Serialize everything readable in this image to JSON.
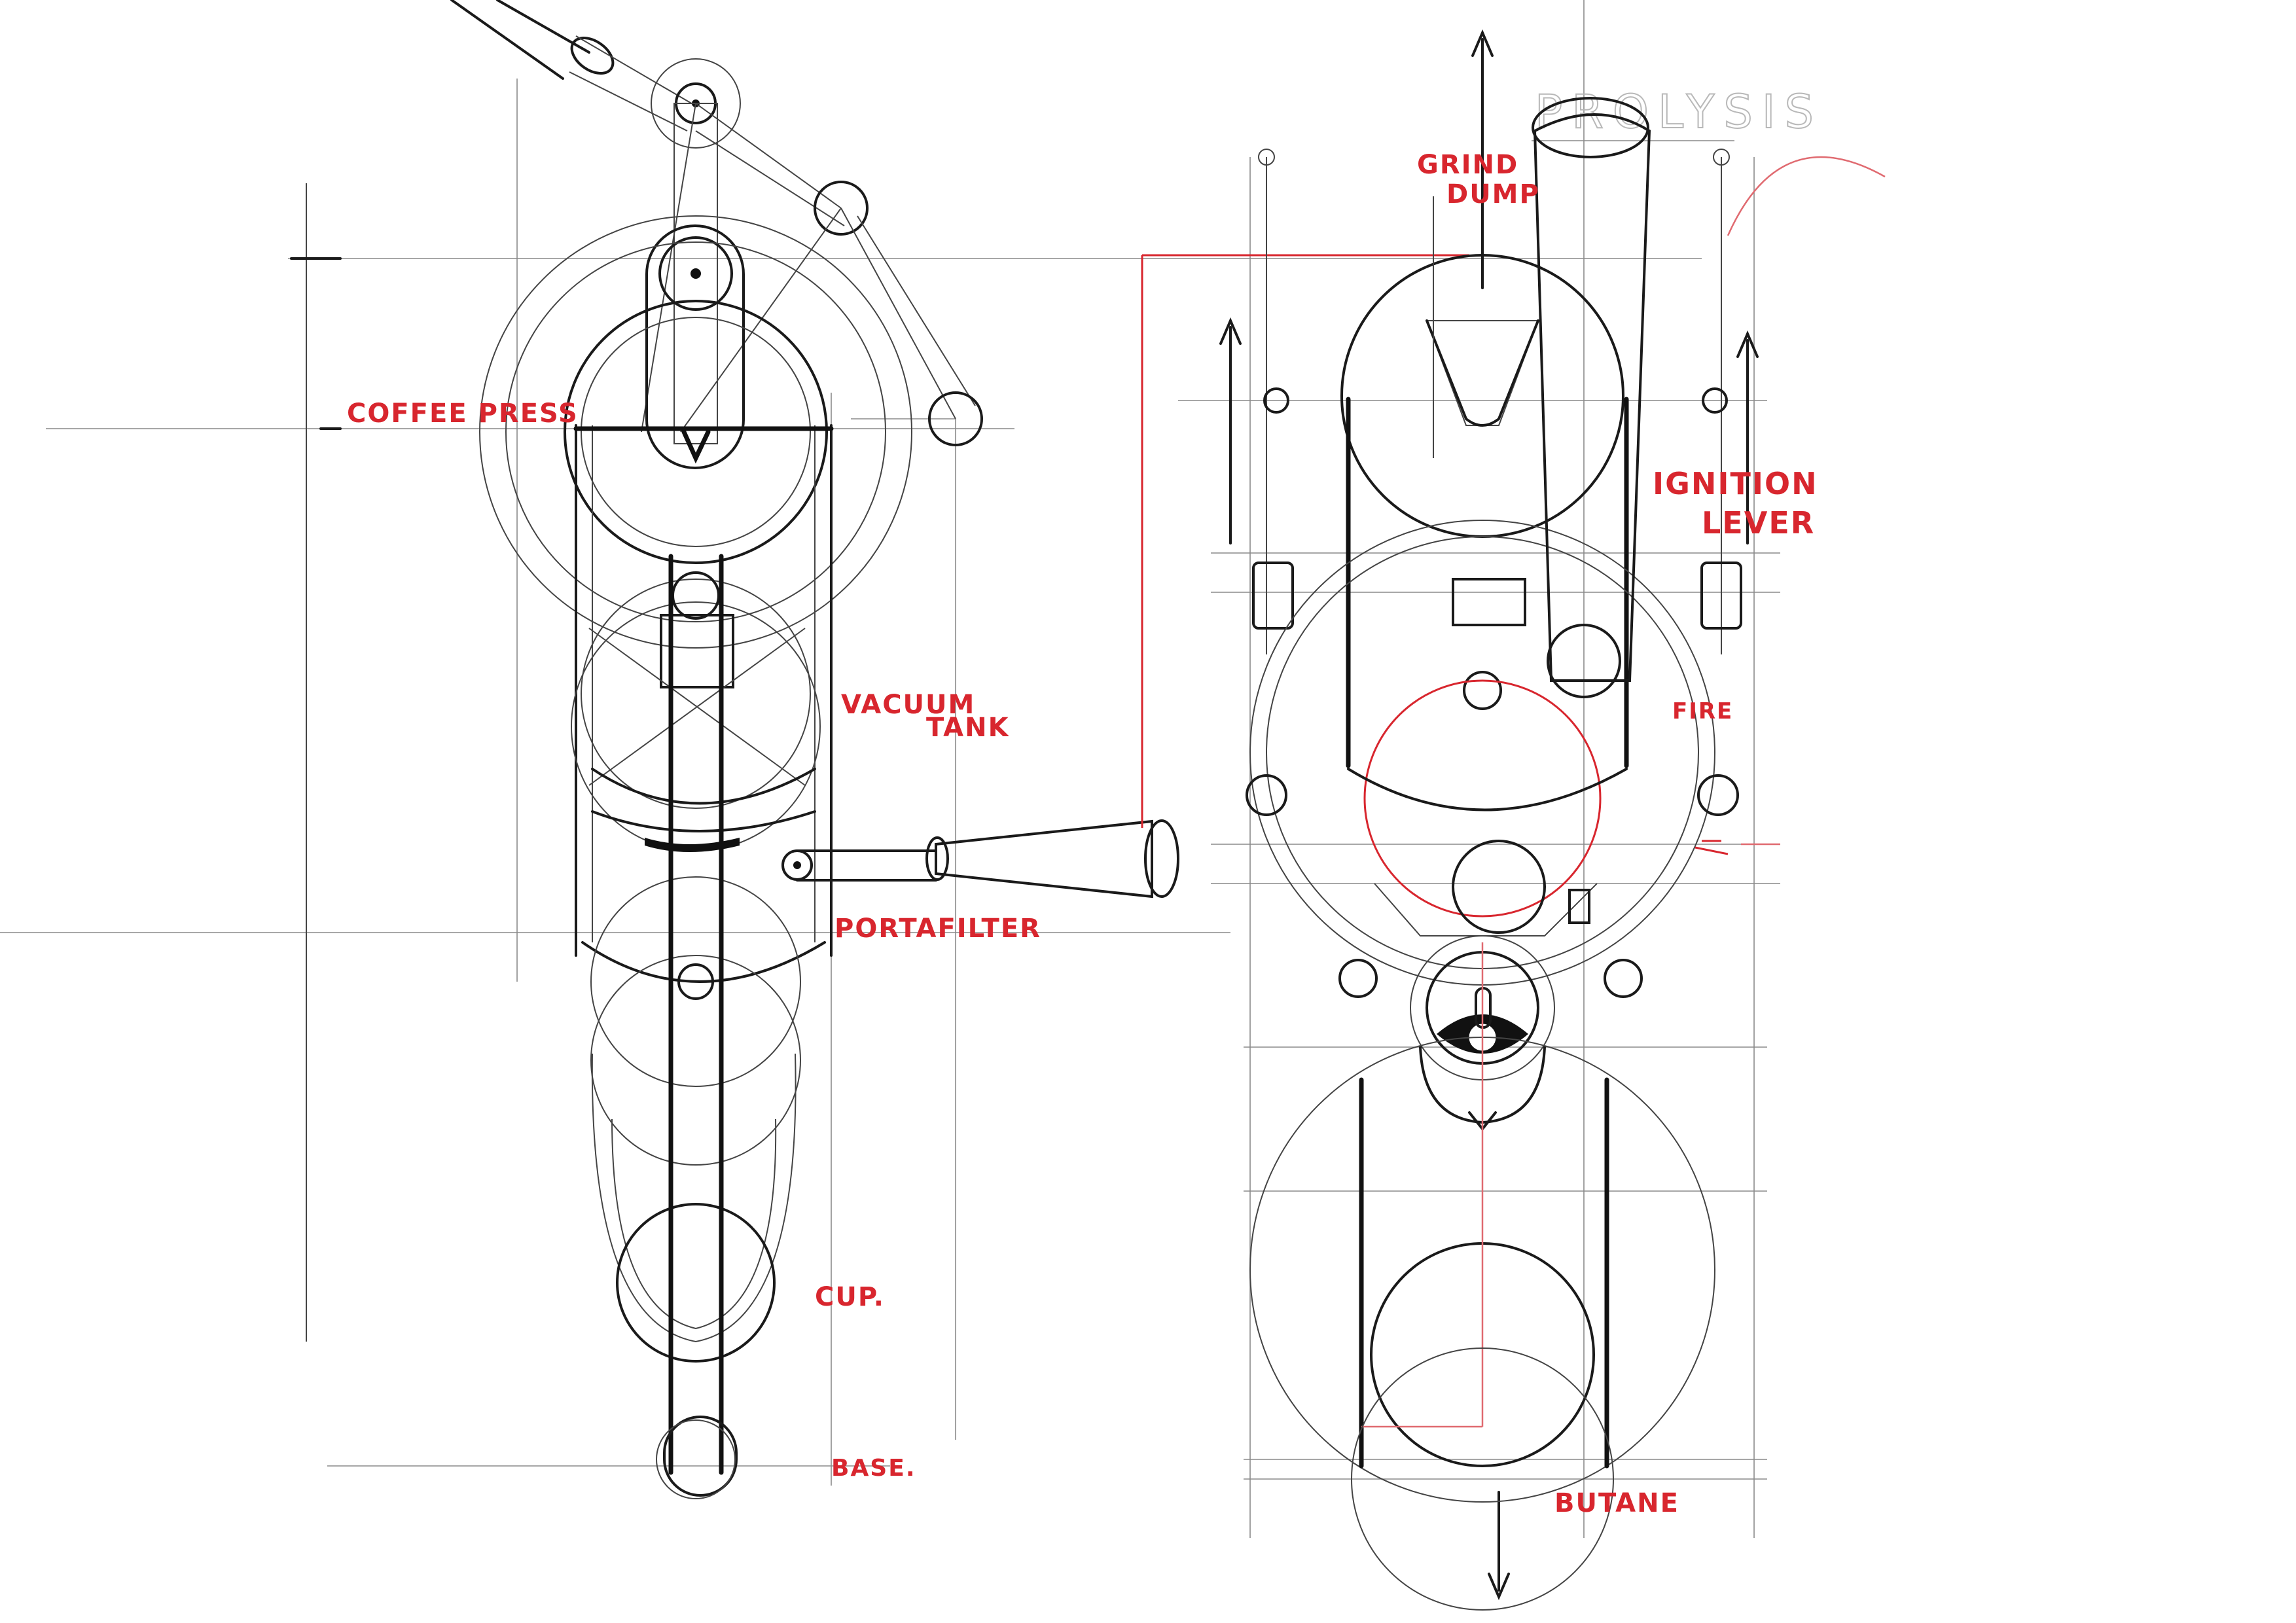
{
  "drawing": {
    "header_faint": "PROLYSIS",
    "left_view_labels": {
      "coffee_press": "COFFEE PRESS",
      "vacuum": "VACUUM",
      "tank": "TANK",
      "portafilter": "PORTAFILTER",
      "cup": "CUP.",
      "base": "BASE."
    },
    "right_view_labels": {
      "grind": "GRIND",
      "dump": "DUMP",
      "ignition": "IGNITION",
      "lever": "LEVER",
      "fire": "FIRE",
      "butane": "BUTANE"
    },
    "colors": {
      "annotation": "#d8262e",
      "ink": "#1a1a1a",
      "construction": "#8a8a8a",
      "background": "#ffffff"
    }
  }
}
